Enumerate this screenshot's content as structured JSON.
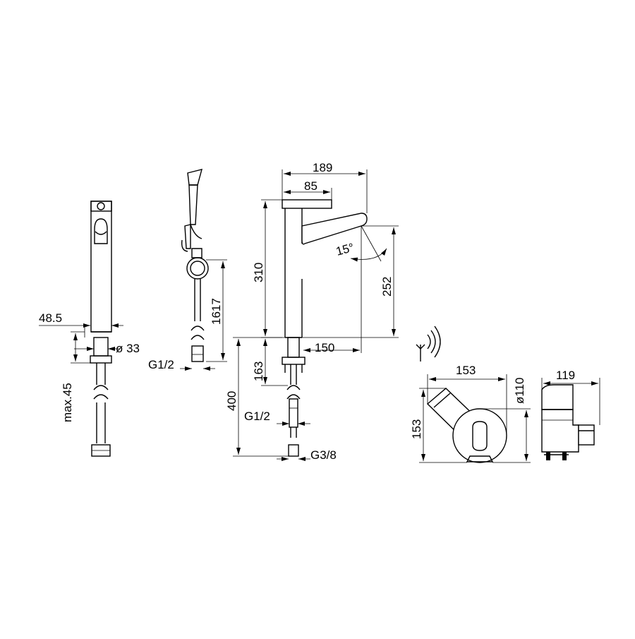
{
  "dimensions": {
    "d_48_5": "48.5",
    "d_phi33": "ø 33",
    "d_max45": "max.45",
    "d_G12_hose": "G1/2",
    "d_1617": "1617",
    "d_189": "189",
    "d_85": "85",
    "d_310": "310",
    "d_252": "252",
    "d_15deg": "15°",
    "d_150": "150",
    "d_163": "163",
    "d_400": "400",
    "d_G12_supply": "G1/2",
    "d_G38": "G3/8",
    "d_153_w": "153",
    "d_153_h": "153",
    "d_phi110": "ø110",
    "d_119": "119"
  }
}
